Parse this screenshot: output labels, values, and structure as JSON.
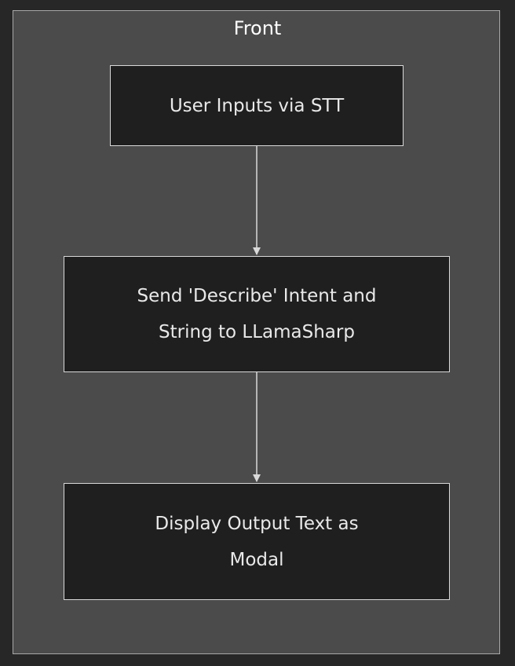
{
  "diagram": {
    "cluster": {
      "title": "Front"
    },
    "nodes": [
      {
        "id": "user-inputs",
        "lines": [
          "User Inputs via STT"
        ]
      },
      {
        "id": "send-intent",
        "lines": [
          "Send 'Describe' Intent and",
          "String to LLamaSharp"
        ]
      },
      {
        "id": "display-output",
        "lines": [
          "Display Output Text as",
          "Modal"
        ]
      }
    ],
    "edges": [
      {
        "from": "user-inputs",
        "to": "send-intent"
      },
      {
        "from": "send-intent",
        "to": "display-output"
      }
    ],
    "colors": {
      "background": "#272727",
      "cluster_fill": "#4b4b4b",
      "node_fill": "#1f1f1f",
      "node_border": "#d9d9d9",
      "edge": "#d9d9d9",
      "text": "#e9e9e9"
    }
  }
}
